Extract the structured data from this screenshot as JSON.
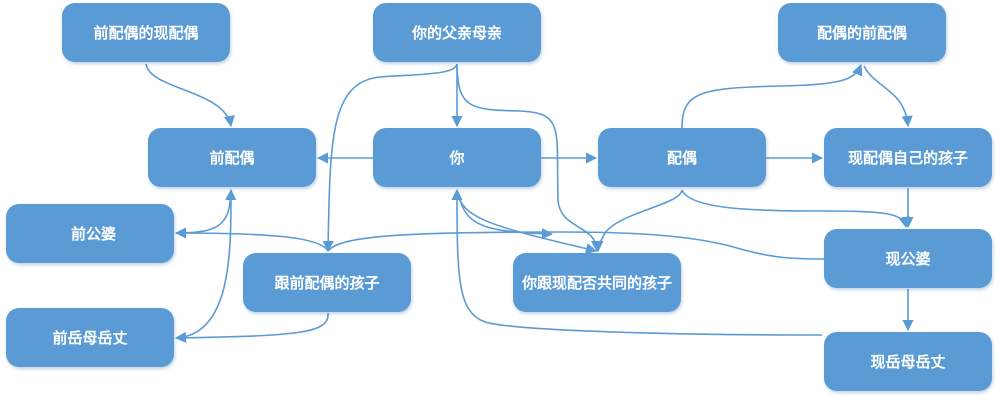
{
  "diagram": {
    "colors": {
      "node_fill": "#5b9bd5",
      "edge": "#5b9bd5",
      "text": "#ffffff"
    },
    "nodes": {
      "prev_spouse_current": "前配偶的现配偶",
      "your_parents": "你的父亲母亲",
      "spouse_prev": "配偶的前配偶",
      "prev_spouse": "前配偶",
      "you": "你",
      "spouse": "配偶",
      "spouse_own_kids": "现配偶自己的孩子",
      "prev_in_laws_h": "前公婆",
      "curr_in_laws_h": "现公婆",
      "kids_prev": "跟前配偶的孩子",
      "kids_common": "你跟现配否共同的孩子",
      "prev_in_laws_w": "前岳母岳丈",
      "curr_in_laws_w": "现岳母岳丈"
    },
    "edges": [
      {
        "from": "前配偶的现配偶",
        "to": "前配偶"
      },
      {
        "from": "你",
        "to": "前配偶"
      },
      {
        "from": "你",
        "to": "配偶"
      },
      {
        "from": "你的父亲母亲",
        "to": "你"
      },
      {
        "from": "你的父亲母亲",
        "to": "跟前配偶的孩子"
      },
      {
        "from": "你的父亲母亲",
        "to": "你跟现配否共同的孩子"
      },
      {
        "from": "配偶",
        "to": "配偶的前配偶"
      },
      {
        "from": "配偶的前配偶",
        "to": "现配偶自己的孩子"
      },
      {
        "from": "配偶",
        "to": "现配偶自己的孩子"
      },
      {
        "from": "现配偶自己的孩子",
        "to": "现公婆"
      },
      {
        "from": "配偶",
        "to": "现公婆"
      },
      {
        "from": "现公婆",
        "to": "现岳母岳丈"
      },
      {
        "from": "配偶",
        "to": "你跟现配否共同的孩子"
      },
      {
        "from": "跟前配偶的孩子",
        "to": "前公婆"
      },
      {
        "from": "跟前配偶的孩子",
        "to": "前配偶"
      },
      {
        "from": "跟前配偶的孩子",
        "to": "前岳母岳丈"
      },
      {
        "from": "现公婆",
        "to": "你"
      },
      {
        "from": "你",
        "to": "你跟现配否共同的孩子"
      },
      {
        "from": "现岳母岳丈",
        "to": "你"
      }
    ]
  }
}
